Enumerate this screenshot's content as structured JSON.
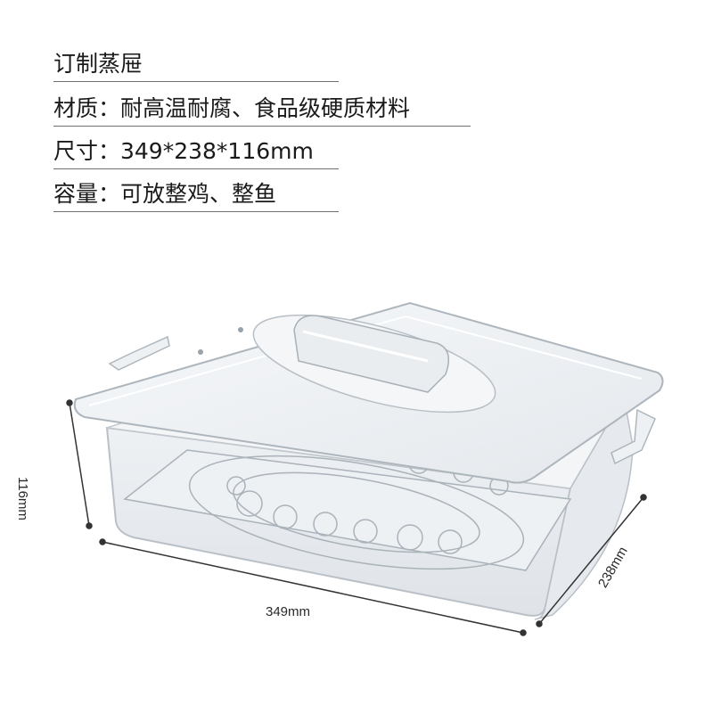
{
  "specs": {
    "title": "订制蒸屉",
    "material": "材质：耐高温耐腐、食品级硬质材料",
    "size": "尺寸：349*238*116mm",
    "capacity": "容量：可放整鸡、整鱼"
  },
  "dimensions": {
    "height": "116mm",
    "length": "349mm",
    "width": "238mm"
  },
  "image": {
    "subject": "clear-rectangular-steamer-box-with-lid",
    "accent_color": "#d9dde2"
  }
}
